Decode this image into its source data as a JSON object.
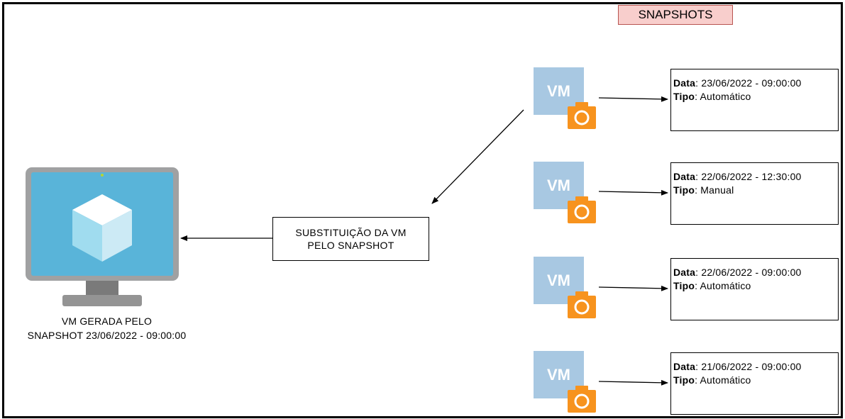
{
  "title": "SNAPSHOTS",
  "vm_label": "VM",
  "source_vm": {
    "caption_line1": "VM GERADA PELO",
    "caption_line2": "SNAPSHOT 23/06/2022 - 09:00:00"
  },
  "process": {
    "line1": "SUBSTITUIÇÃO DA VM",
    "line2": "PELO SNAPSHOT"
  },
  "snapshots": [
    {
      "data_label": "Data",
      "data_value": ": 23/06/2022 - 09:00:00",
      "tipo_label": "Tipo",
      "tipo_value": ": Automático"
    },
    {
      "data_label": "Data",
      "data_value": ": 22/06/2022 - 12:30:00",
      "tipo_label": "Tipo",
      "tipo_value": ": Manual"
    },
    {
      "data_label": "Data",
      "data_value": ": 22/06/2022 - 09:00:00",
      "tipo_label": "Tipo",
      "tipo_value": ": Automático"
    },
    {
      "data_label": "Data",
      "data_value": ": 21/06/2022 - 09:00:00",
      "tipo_label": "Tipo",
      "tipo_value": ": Automático"
    }
  ],
  "colors": {
    "vm_tile": "#a8c8e2",
    "camera": "#f7931e",
    "title_fill": "#f8cecc",
    "title_border": "#b85450",
    "monitor_screen": "#59b4d9",
    "monitor_frame": "#a0a1a2"
  }
}
